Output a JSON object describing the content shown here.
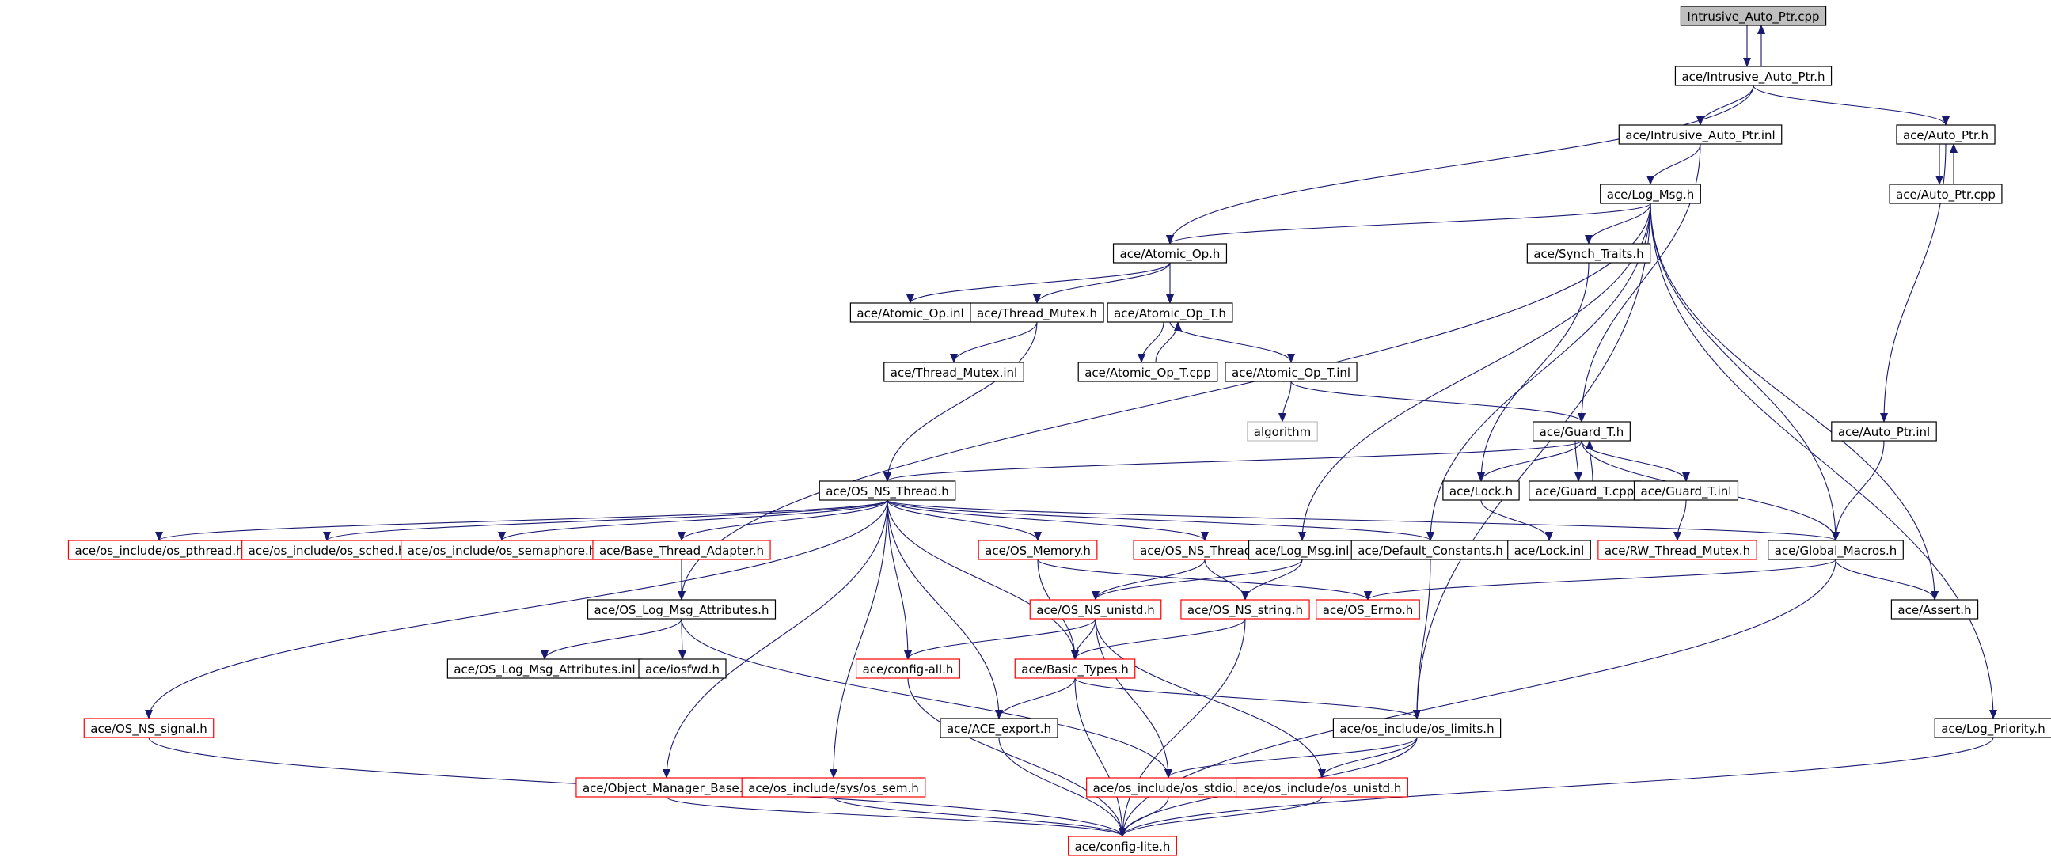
{
  "graph": {
    "colors": {
      "edge": "#191970",
      "border_normal": "#000000",
      "border_missing": "#ff0000",
      "border_external": "#bfbfbf",
      "root_fill": "#bfbfbf",
      "text": "#000000"
    },
    "nodes": [
      {
        "id": "root",
        "label": "Intrusive_Auto_Ptr.cpp",
        "kind": "root"
      },
      {
        "id": "iap_h",
        "label": "ace/Intrusive_Auto_Ptr.h",
        "kind": "normal"
      },
      {
        "id": "iap_inl",
        "label": "ace/Intrusive_Auto_Ptr.inl",
        "kind": "normal"
      },
      {
        "id": "autoptr_h",
        "label": "ace/Auto_Ptr.h",
        "kind": "normal"
      },
      {
        "id": "autoptr_cpp",
        "label": "ace/Auto_Ptr.cpp",
        "kind": "normal"
      },
      {
        "id": "logmsg_h",
        "label": "ace/Log_Msg.h",
        "kind": "normal"
      },
      {
        "id": "atomicop_h",
        "label": "ace/Atomic_Op.h",
        "kind": "normal"
      },
      {
        "id": "synchtraits_h",
        "label": "ace/Synch_Traits.h",
        "kind": "normal"
      },
      {
        "id": "atomicop_inl",
        "label": "ace/Atomic_Op.inl",
        "kind": "normal"
      },
      {
        "id": "threadmutex_h",
        "label": "ace/Thread_Mutex.h",
        "kind": "normal"
      },
      {
        "id": "atomicopt_h",
        "label": "ace/Atomic_Op_T.h",
        "kind": "normal"
      },
      {
        "id": "threadmutex_inl",
        "label": "ace/Thread_Mutex.inl",
        "kind": "normal"
      },
      {
        "id": "atomicopt_cpp",
        "label": "ace/Atomic_Op_T.cpp",
        "kind": "normal"
      },
      {
        "id": "atomicopt_inl",
        "label": "ace/Atomic_Op_T.inl",
        "kind": "normal"
      },
      {
        "id": "algorithm",
        "label": "algorithm",
        "kind": "external"
      },
      {
        "id": "guardt_h",
        "label": "ace/Guard_T.h",
        "kind": "normal"
      },
      {
        "id": "autoptr_inl",
        "label": "ace/Auto_Ptr.inl",
        "kind": "normal"
      },
      {
        "id": "osnsthread_h",
        "label": "ace/OS_NS_Thread.h",
        "kind": "normal"
      },
      {
        "id": "lock_h",
        "label": "ace/Lock.h",
        "kind": "normal"
      },
      {
        "id": "guardt_cpp",
        "label": "ace/Guard_T.cpp",
        "kind": "normal"
      },
      {
        "id": "guardt_inl",
        "label": "ace/Guard_T.inl",
        "kind": "normal"
      },
      {
        "id": "os_pthread",
        "label": "ace/os_include/os_pthread.h",
        "kind": "missing"
      },
      {
        "id": "os_sched",
        "label": "ace/os_include/os_sched.h",
        "kind": "missing"
      },
      {
        "id": "os_semaphore",
        "label": "ace/os_include/os_semaphore.h",
        "kind": "missing"
      },
      {
        "id": "base_thread_adapter",
        "label": "ace/Base_Thread_Adapter.h",
        "kind": "missing"
      },
      {
        "id": "os_memory",
        "label": "ace/OS_Memory.h",
        "kind": "missing"
      },
      {
        "id": "osnsthread_inl",
        "label": "ace/OS_NS_Thread.inl",
        "kind": "missing"
      },
      {
        "id": "logmsg_inl",
        "label": "ace/Log_Msg.inl",
        "kind": "normal"
      },
      {
        "id": "default_constants",
        "label": "ace/Default_Constants.h",
        "kind": "normal"
      },
      {
        "id": "lock_inl",
        "label": "ace/Lock.inl",
        "kind": "normal"
      },
      {
        "id": "rw_thread_mutex",
        "label": "ace/RW_Thread_Mutex.h",
        "kind": "missing"
      },
      {
        "id": "global_macros",
        "label": "ace/Global_Macros.h",
        "kind": "normal"
      },
      {
        "id": "os_log_msg_attr_h",
        "label": "ace/OS_Log_Msg_Attributes.h",
        "kind": "normal"
      },
      {
        "id": "os_ns_unistd",
        "label": "ace/OS_NS_unistd.h",
        "kind": "missing"
      },
      {
        "id": "os_ns_string",
        "label": "ace/OS_NS_string.h",
        "kind": "missing"
      },
      {
        "id": "os_errno",
        "label": "ace/OS_Errno.h",
        "kind": "missing"
      },
      {
        "id": "assert_h",
        "label": "ace/Assert.h",
        "kind": "normal"
      },
      {
        "id": "os_log_msg_attr_inl",
        "label": "ace/OS_Log_Msg_Attributes.inl",
        "kind": "normal"
      },
      {
        "id": "iosfwd",
        "label": "ace/iosfwd.h",
        "kind": "normal"
      },
      {
        "id": "config_all",
        "label": "ace/config-all.h",
        "kind": "missing"
      },
      {
        "id": "basic_types",
        "label": "ace/Basic_Types.h",
        "kind": "missing"
      },
      {
        "id": "os_ns_signal",
        "label": "ace/OS_NS_signal.h",
        "kind": "missing"
      },
      {
        "id": "ace_export",
        "label": "ace/ACE_export.h",
        "kind": "normal"
      },
      {
        "id": "os_limits",
        "label": "ace/os_include/os_limits.h",
        "kind": "normal"
      },
      {
        "id": "log_priority",
        "label": "ace/Log_Priority.h",
        "kind": "normal"
      },
      {
        "id": "object_manager_base",
        "label": "ace/Object_Manager_Base.h",
        "kind": "missing"
      },
      {
        "id": "os_sem",
        "label": "ace/os_include/sys/os_sem.h",
        "kind": "missing"
      },
      {
        "id": "os_stdio",
        "label": "ace/os_include/os_stdio.h",
        "kind": "missing"
      },
      {
        "id": "os_unistd",
        "label": "ace/os_include/os_unistd.h",
        "kind": "missing"
      },
      {
        "id": "config_lite",
        "label": "ace/config-lite.h",
        "kind": "missing"
      }
    ],
    "edges": [
      [
        "root",
        "iap_h"
      ],
      [
        "iap_h",
        "root"
      ],
      [
        "iap_h",
        "iap_inl"
      ],
      [
        "iap_h",
        "autoptr_h"
      ],
      [
        "iap_h",
        "atomicop_h"
      ],
      [
        "autoptr_h",
        "autoptr_cpp"
      ],
      [
        "autoptr_cpp",
        "autoptr_h"
      ],
      [
        "autoptr_h",
        "autoptr_inl"
      ],
      [
        "iap_inl",
        "logmsg_h"
      ],
      [
        "iap_inl",
        "guardt_h"
      ],
      [
        "logmsg_h",
        "atomicop_h"
      ],
      [
        "logmsg_h",
        "synchtraits_h"
      ],
      [
        "logmsg_h",
        "logmsg_inl"
      ],
      [
        "logmsg_h",
        "default_constants"
      ],
      [
        "logmsg_h",
        "os_limits"
      ],
      [
        "logmsg_h",
        "global_macros"
      ],
      [
        "logmsg_h",
        "assert_h"
      ],
      [
        "logmsg_h",
        "log_priority"
      ],
      [
        "logmsg_h",
        "os_log_msg_attr_h"
      ],
      [
        "atomicop_h",
        "atomicop_inl"
      ],
      [
        "atomicop_h",
        "threadmutex_h"
      ],
      [
        "atomicop_h",
        "atomicopt_h"
      ],
      [
        "threadmutex_h",
        "threadmutex_inl"
      ],
      [
        "threadmutex_h",
        "osnsthread_h"
      ],
      [
        "atomicopt_h",
        "atomicopt_cpp"
      ],
      [
        "atomicopt_cpp",
        "atomicopt_h"
      ],
      [
        "atomicopt_h",
        "atomicopt_inl"
      ],
      [
        "atomicopt_inl",
        "algorithm"
      ],
      [
        "atomicopt_inl",
        "guardt_h"
      ],
      [
        "synchtraits_h",
        "lock_h"
      ],
      [
        "guardt_h",
        "osnsthread_h"
      ],
      [
        "guardt_h",
        "lock_h"
      ],
      [
        "guardt_h",
        "guardt_cpp"
      ],
      [
        "guardt_cpp",
        "guardt_h"
      ],
      [
        "guardt_h",
        "guardt_inl"
      ],
      [
        "guardt_h",
        "global_macros"
      ],
      [
        "autoptr_inl",
        "global_macros"
      ],
      [
        "lock_h",
        "lock_inl"
      ],
      [
        "guardt_inl",
        "rw_thread_mutex"
      ],
      [
        "osnsthread_h",
        "os_pthread"
      ],
      [
        "osnsthread_h",
        "os_sched"
      ],
      [
        "osnsthread_h",
        "os_semaphore"
      ],
      [
        "osnsthread_h",
        "base_thread_adapter"
      ],
      [
        "osnsthread_h",
        "os_memory"
      ],
      [
        "osnsthread_h",
        "osnsthread_inl"
      ],
      [
        "osnsthread_h",
        "default_constants"
      ],
      [
        "osnsthread_h",
        "global_macros"
      ],
      [
        "osnsthread_h",
        "os_ns_signal"
      ],
      [
        "osnsthread_h",
        "object_manager_base"
      ],
      [
        "osnsthread_h",
        "os_sem"
      ],
      [
        "osnsthread_h",
        "config_all"
      ],
      [
        "osnsthread_h",
        "ace_export"
      ],
      [
        "osnsthread_h",
        "basic_types"
      ],
      [
        "base_thread_adapter",
        "os_log_msg_attr_h"
      ],
      [
        "os_log_msg_attr_h",
        "os_log_msg_attr_inl"
      ],
      [
        "os_log_msg_attr_h",
        "iosfwd"
      ],
      [
        "os_log_msg_attr_h",
        "os_stdio"
      ],
      [
        "os_memory",
        "basic_types"
      ],
      [
        "os_memory",
        "os_errno"
      ],
      [
        "osnsthread_inl",
        "os_ns_unistd"
      ],
      [
        "osnsthread_inl",
        "os_ns_string"
      ],
      [
        "logmsg_inl",
        "os_ns_unistd"
      ],
      [
        "logmsg_inl",
        "os_ns_string"
      ],
      [
        "default_constants",
        "os_limits"
      ],
      [
        "global_macros",
        "assert_h"
      ],
      [
        "global_macros",
        "os_errno"
      ],
      [
        "global_macros",
        "config_lite"
      ],
      [
        "os_ns_unistd",
        "config_all"
      ],
      [
        "os_ns_unistd",
        "basic_types"
      ],
      [
        "os_ns_unistd",
        "os_stdio"
      ],
      [
        "os_ns_unistd",
        "os_unistd"
      ],
      [
        "os_ns_string",
        "basic_types"
      ],
      [
        "os_ns_string",
        "config_lite"
      ],
      [
        "basic_types",
        "ace_export"
      ],
      [
        "basic_types",
        "os_limits"
      ],
      [
        "basic_types",
        "config_lite"
      ],
      [
        "config_all",
        "config_lite"
      ],
      [
        "ace_export",
        "config_lite"
      ],
      [
        "os_limits",
        "os_stdio"
      ],
      [
        "os_limits",
        "os_unistd"
      ],
      [
        "os_limits",
        "config_lite"
      ],
      [
        "os_ns_signal",
        "config_lite"
      ],
      [
        "object_manager_base",
        "config_lite"
      ],
      [
        "os_sem",
        "config_lite"
      ],
      [
        "os_stdio",
        "config_lite"
      ],
      [
        "os_unistd",
        "config_lite"
      ],
      [
        "log_priority",
        "config_lite"
      ]
    ]
  }
}
